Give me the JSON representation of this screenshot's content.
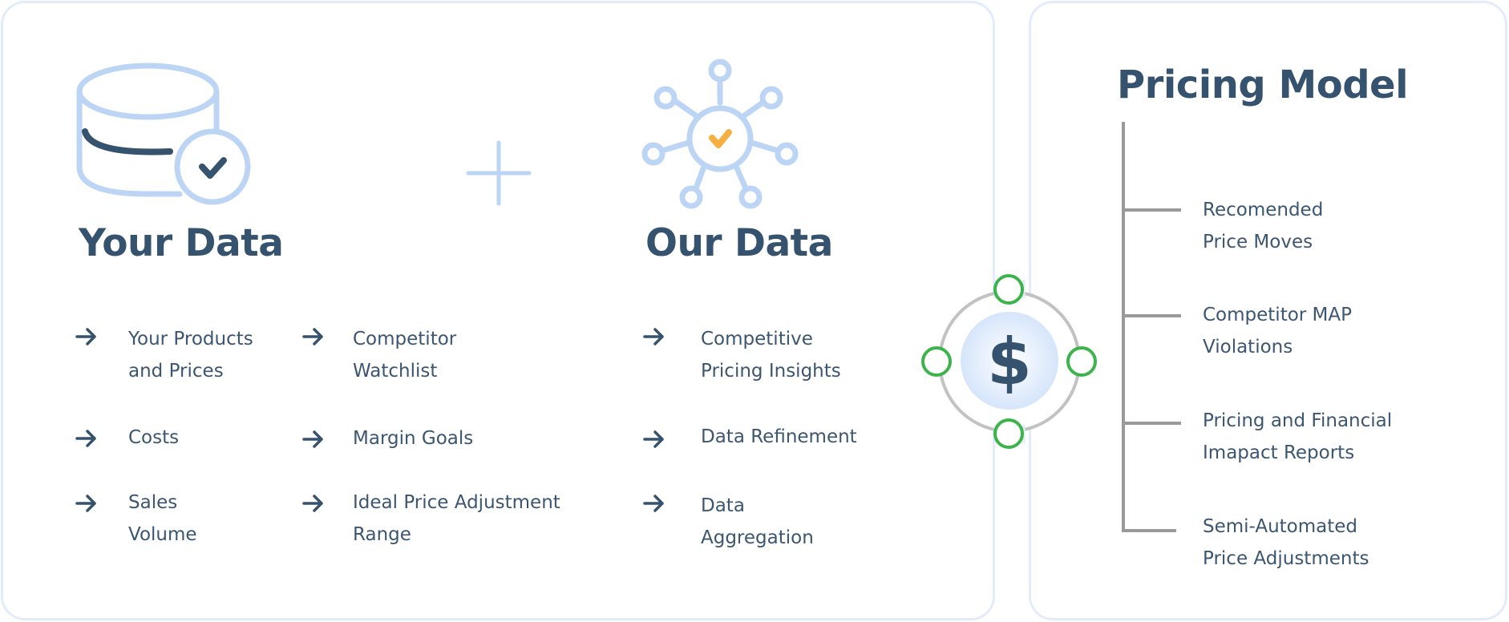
{
  "your_data": {
    "heading": "Your Data",
    "col1": [
      {
        "label": "Your Products\nand Prices"
      },
      {
        "label": "Costs"
      },
      {
        "label": "Sales\nVolume"
      }
    ],
    "col2": [
      {
        "label": "Competitor\nWatchlist"
      },
      {
        "label": "Margin Goals"
      },
      {
        "label": "Ideal Price Adjustment\nRange"
      }
    ]
  },
  "our_data": {
    "heading": "Our Data",
    "items": [
      {
        "label": "Competitive\nPricing Insights"
      },
      {
        "label": "Data Refinement"
      },
      {
        "label": "Data\nAggregation"
      }
    ]
  },
  "hub": {
    "symbol": "$"
  },
  "pricing_model": {
    "title": "Pricing Model",
    "outputs": [
      {
        "label": "Recomended\nPrice Moves"
      },
      {
        "label": "Competitor MAP\nViolations"
      },
      {
        "label": "Pricing and Financial\nImapact Reports"
      },
      {
        "label": "Semi-Automated\nPrice Adjustments"
      }
    ]
  },
  "colors": {
    "primary_text": "#35526e",
    "icon_light_blue": "#bdd5f5",
    "accent_orange": "#f5b041",
    "connector_green": "#3cb44b",
    "tree_gray": "#9a9a9a",
    "panel_border": "#e4ebfa"
  },
  "icons": {
    "database": "database-check-icon",
    "plus": "plus-icon",
    "network": "network-check-icon",
    "arrow": "arrow-right-icon",
    "dollar": "dollar-icon"
  }
}
